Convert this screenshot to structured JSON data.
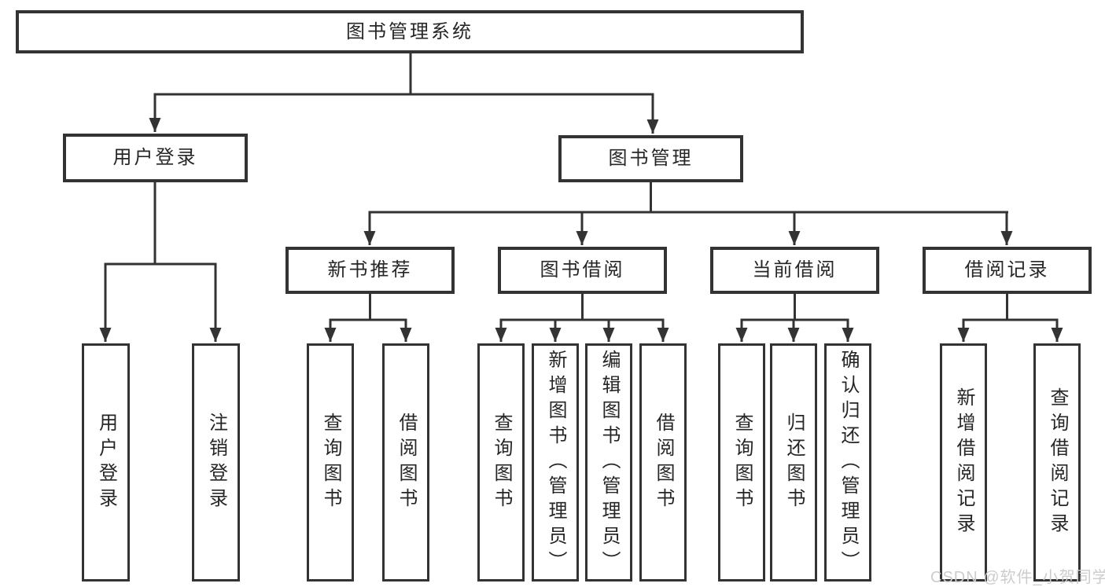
{
  "nodes": {
    "root": "图书管理系统",
    "user_login": "用户登录",
    "book_management": "图书管理",
    "login": "用户登录",
    "logout": "注销登录",
    "new_book_recommend": "新书推荐",
    "book_borrow": "图书借阅",
    "current_borrow": "当前借阅",
    "borrow_record": "借阅记录",
    "nbr_query_book": "查询图书",
    "nbr_borrow_book": "借阅图书",
    "bb_query_book": "查询图书",
    "bb_add_book": "新增图书（管理员）",
    "bb_edit_book": "编辑图书（管理员）",
    "bb_borrow_book": "借阅图书",
    "cb_query_book": "查询图书",
    "cb_return_book": "归还图书",
    "cb_confirm_return": "确认归还（管理员）",
    "br_add_record": "新增借阅记录",
    "br_query_record": "查询借阅记录"
  },
  "watermark": "CSDN @软件_小贺同学",
  "colors": {
    "line": "#333333",
    "box_border": "#333333",
    "text": "#262626",
    "background": "#ffffff",
    "watermark": "#cccccc"
  }
}
